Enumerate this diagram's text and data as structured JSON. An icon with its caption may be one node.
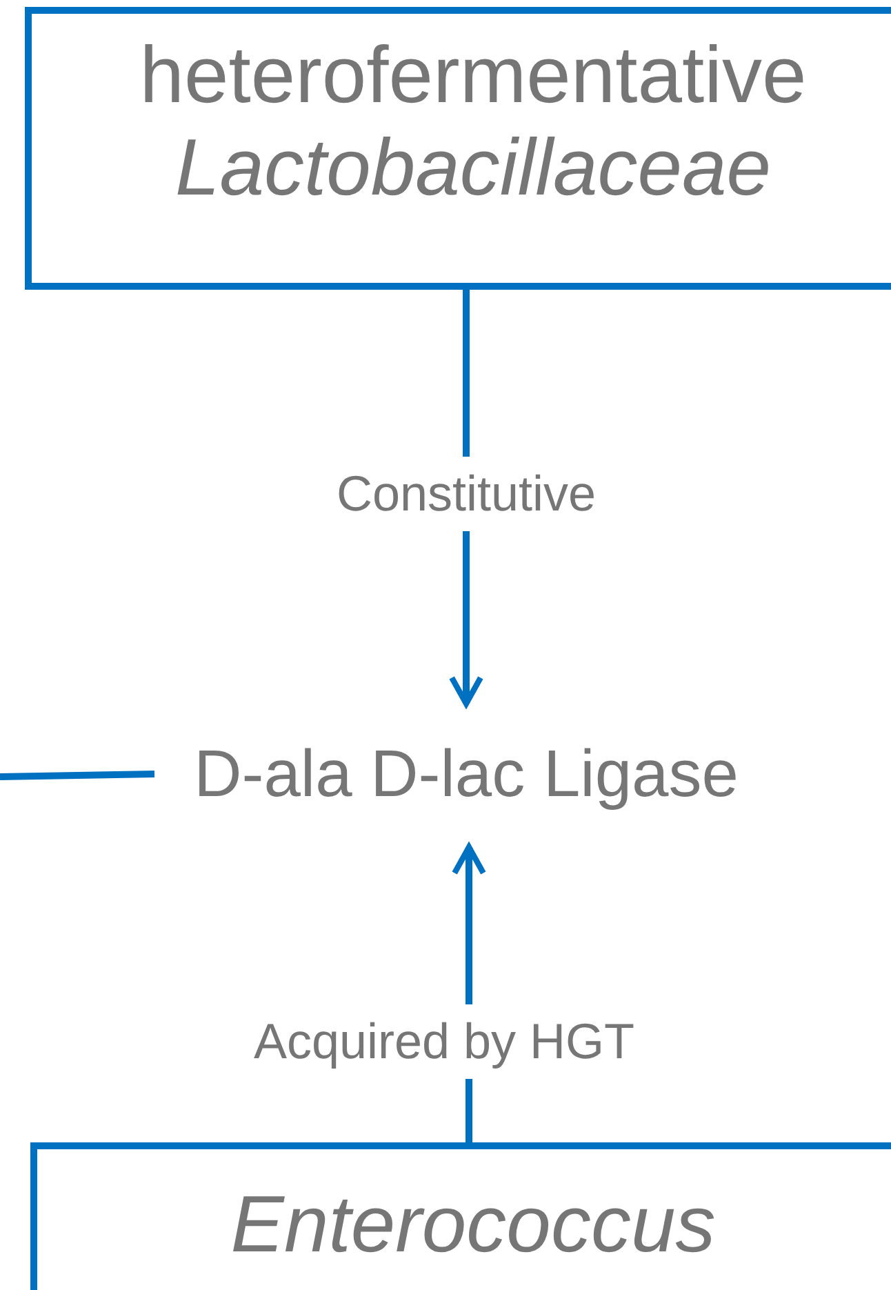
{
  "diagram": {
    "nodes": [
      {
        "text": [
          "heterofermentative *Lactobacillaceae*"
        ]
      },
      {
        "text": [
          "D-ala D-lac Ligase"
        ]
      },
      {
        "text": [
          "Enterococcus"
        ]
      }
    ],
    "edges": [
      {
        "from": 0,
        "to": 1,
        "arrow": "to",
        "label": "Constitutive"
      },
      {
        "from": 2,
        "to": 1,
        "arrow": "to",
        "label": "Acquired by HGT"
      },
      {
        "from": null,
        "to": 1,
        "arrow": "none"
      }
    ]
  }
}
